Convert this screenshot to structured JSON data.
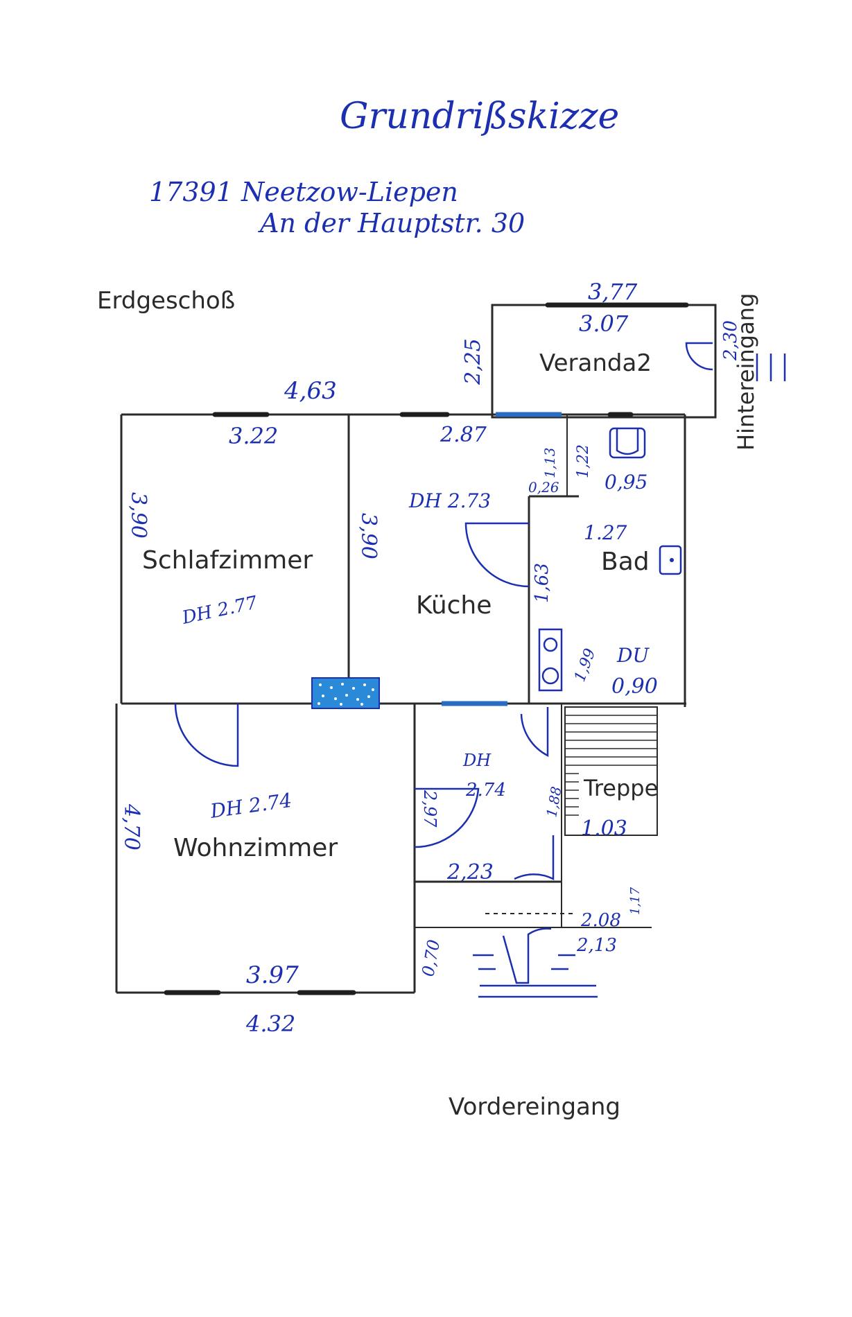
{
  "header": {
    "title": "Grundrißskizze",
    "address_line1": "17391 Neetzow-Liepen",
    "address_line2": "An der Hauptstr. 30"
  },
  "floor_label": "Erdgeschoß",
  "rooms": {
    "veranda": "Veranda2",
    "schlafzimmer": "Schlafzimmer",
    "kueche": "Küche",
    "bad": "Bad",
    "wohnzimmer": "Wohnzimmer",
    "treppe": "Treppe"
  },
  "entrances": {
    "rear": "Hintereingang",
    "front": "Vordereingang"
  },
  "dimensions": {
    "veranda_outer_width": "3,77",
    "veranda_inner_width": "3.07",
    "veranda_height": "2,25",
    "veranda_right_height": "2,30",
    "house_top_outer": "4,63",
    "schlafzimmer_width": "3.22",
    "schlafzimmer_height": "3,90",
    "schlafzimmer_ceiling": "DH 2.77",
    "kueche_wall": "3,90",
    "kueche_width": "2.87",
    "kueche_ceiling": "DH 2.73",
    "small_a": "1,13",
    "small_b": "1,22",
    "small_c": "0,26",
    "bad_top_width": "0,95",
    "bad_width": "1.27",
    "bad_height": "1,63",
    "shower_height": "1,99",
    "shower_label": "DU",
    "shower_width": "0,90",
    "wohnzimmer_height": "4,70",
    "wohnzimmer_ceiling": "DH 2.74",
    "wohnzimmer_inner_width": "3.97",
    "wohnzimmer_outer_width": "4.32",
    "flur_height": "2,97",
    "flur_ceiling_label": "DH",
    "flur_ceiling_value": "2.74",
    "flur_side": "1,88",
    "treppe_width": "1.03",
    "flur_width": "2,23",
    "small_d": "1,17",
    "entry_width_a": "2.08",
    "entry_width_b": "2,13",
    "entry_depth": "0,70"
  }
}
